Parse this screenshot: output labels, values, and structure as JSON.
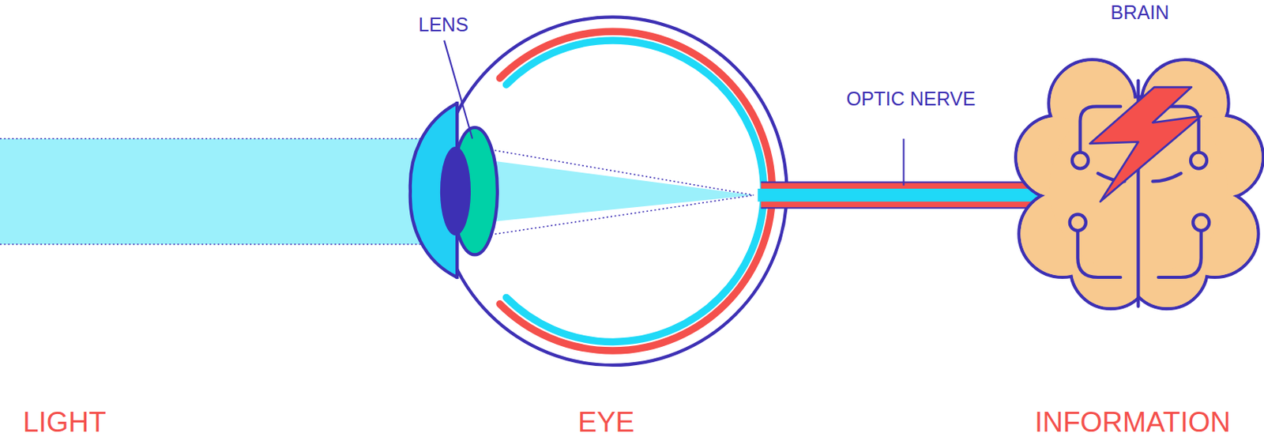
{
  "diagram": {
    "labels": [
      "LENS",
      "BRAIN",
      "OPTIC NERVE",
      "LIGHT",
      "EYE",
      "INFORMATION"
    ]
  }
}
